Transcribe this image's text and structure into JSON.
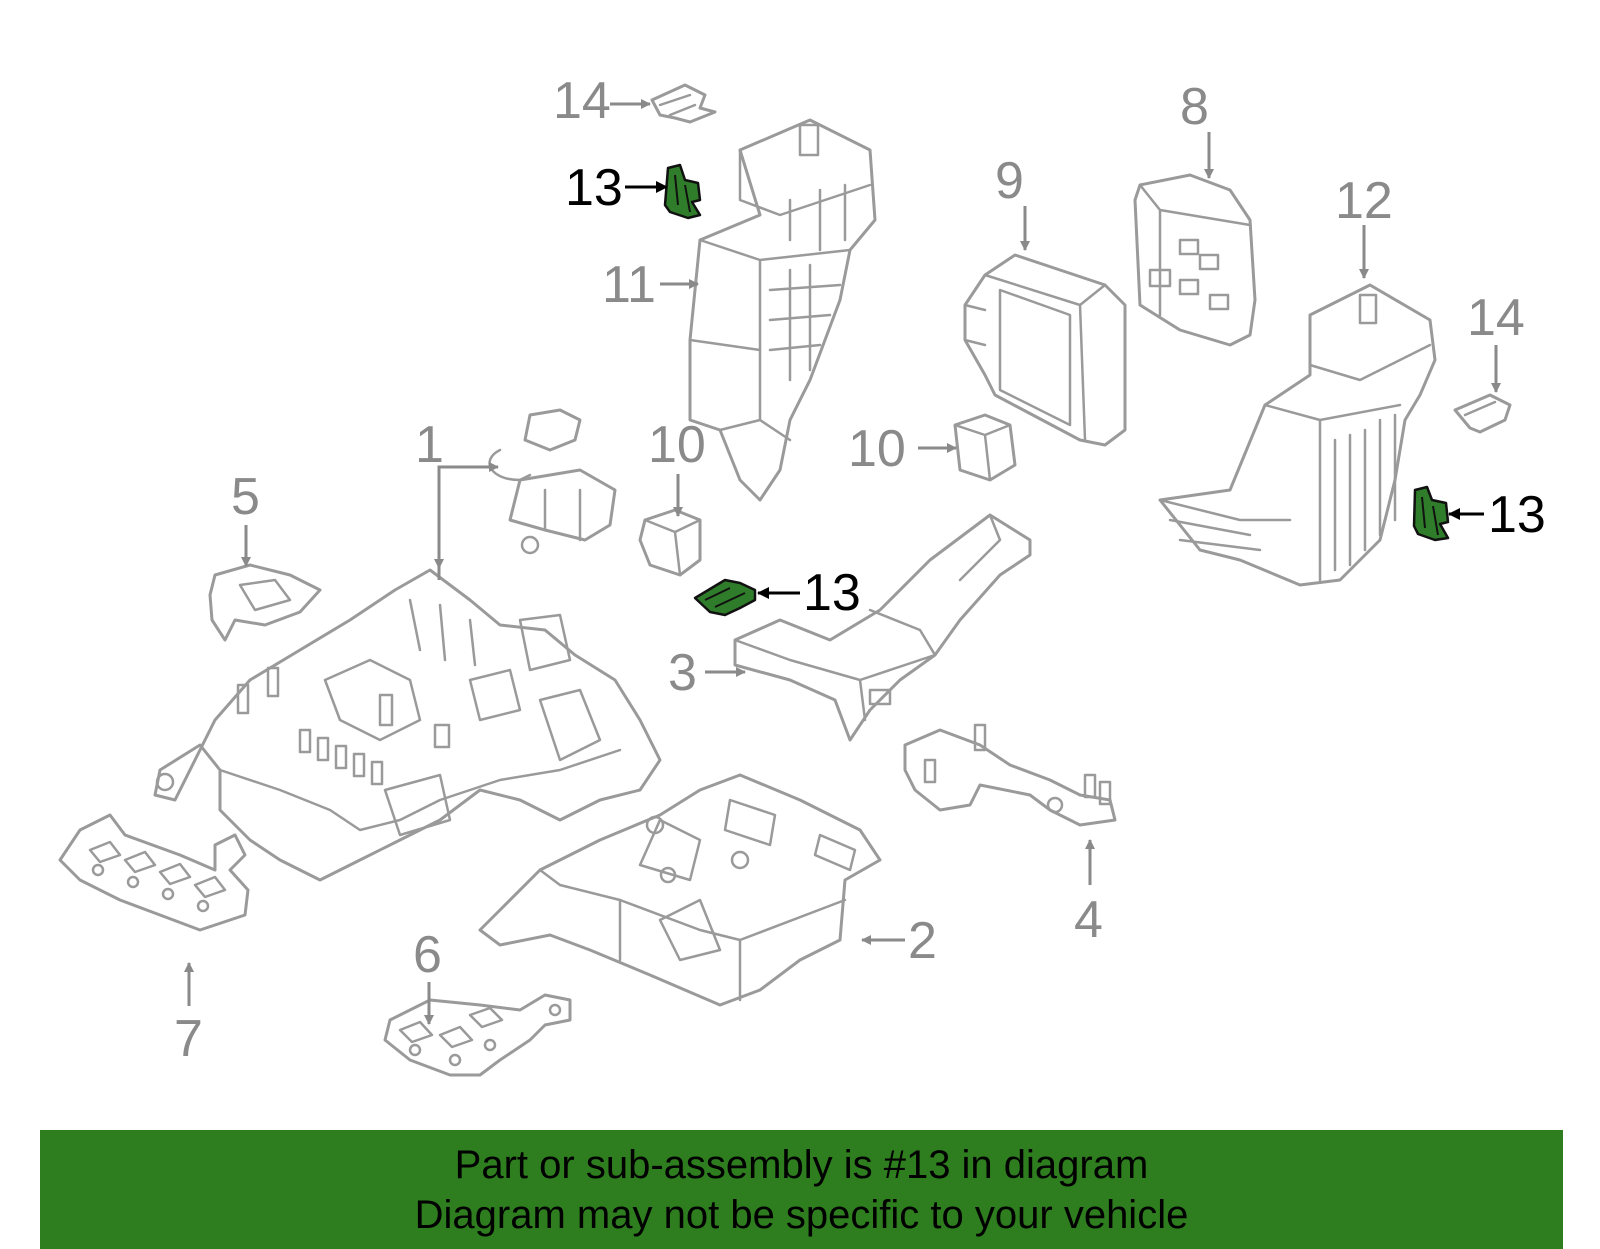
{
  "diagram": {
    "callouts": {
      "c1": "1",
      "c2": "2",
      "c3": "3",
      "c4": "4",
      "c5": "5",
      "c6": "6",
      "c7": "7",
      "c8": "8",
      "c9": "9",
      "c10a": "10",
      "c10b": "10",
      "c11": "11",
      "c12": "12",
      "c13a": "13",
      "c13b": "13",
      "c13c": "13",
      "c14a": "14",
      "c14b": "14"
    },
    "highlight_color": "#2e7d1e"
  },
  "banner": {
    "line1": "Part or sub-assembly is #13 in diagram",
    "line2": "Diagram may not be specific to your vehicle",
    "background": "#2e7d1e"
  }
}
